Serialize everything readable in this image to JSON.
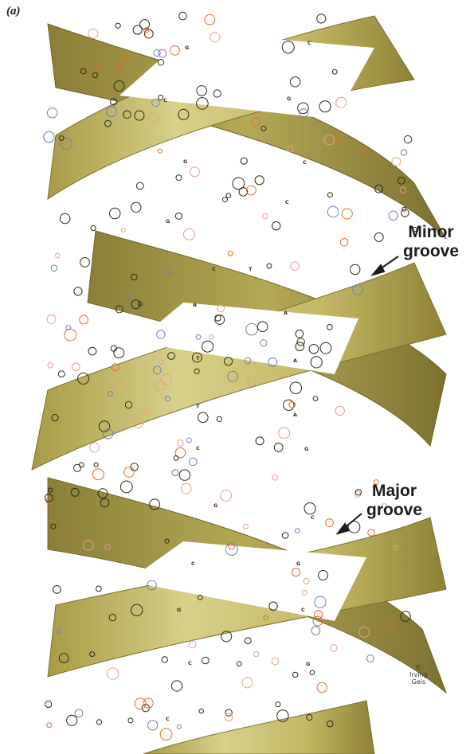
{
  "figure": {
    "panel_label": "(a)",
    "minor_groove": {
      "line1": "Minor",
      "line2": "groove"
    },
    "major_groove": {
      "line1": "Major",
      "line2": "groove"
    },
    "credit": {
      "line1": "©",
      "line2": "Irving",
      "line3": "Geis"
    },
    "base_letters": [
      "G",
      "C",
      "C",
      "G",
      "G",
      "C",
      "G",
      "C",
      "C",
      "T",
      "A",
      "A",
      "T",
      "A",
      "T",
      "A",
      "C",
      "G",
      "G",
      "C",
      "C",
      "G",
      "G",
      "C",
      "C",
      "G",
      "C"
    ]
  },
  "colors": {
    "ribbon_light": "#d4cc80",
    "ribbon_mid": "#b6aa55",
    "ribbon_dark": "#8a7d33",
    "atom_dark": "#2e2a14",
    "atom_orange": "#e06a2a",
    "atom_pink": "#e7a08c",
    "atom_blue": "#6e7fb8"
  }
}
